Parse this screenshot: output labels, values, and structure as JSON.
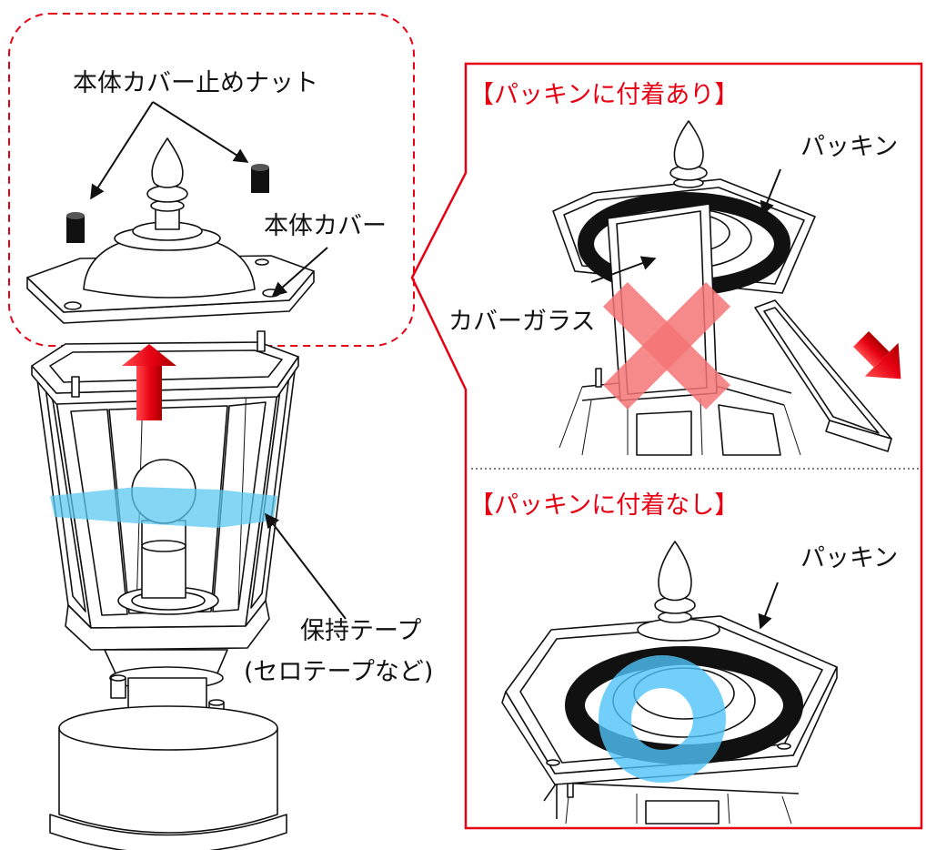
{
  "labels": {
    "nut": "本体カバー止めナット",
    "cover": "本体カバー",
    "tape_line1": "保持テープ",
    "tape_line2": "(セロテープなど)",
    "with_gasket_title": "【パッキンに付着あり】",
    "gasket_top": "パッキン",
    "cover_glass": "カバーガラス",
    "without_gasket_title": "【パッキンに付着なし】",
    "gasket_bottom": "パッキン"
  },
  "icons": {
    "lift_arrow": "red-up-arrow-icon",
    "remove_arrow": "red-diagonal-arrow-icon",
    "ng_mark": "cross-mark-icon",
    "ok_mark": "circle-mark-icon"
  },
  "colors": {
    "accent_red": "#e60012",
    "tape_blue": "#5bc8f0",
    "cross_pink": "#f47474",
    "ok_blue": "#4fc3f7",
    "gasket_black": "#111111"
  }
}
